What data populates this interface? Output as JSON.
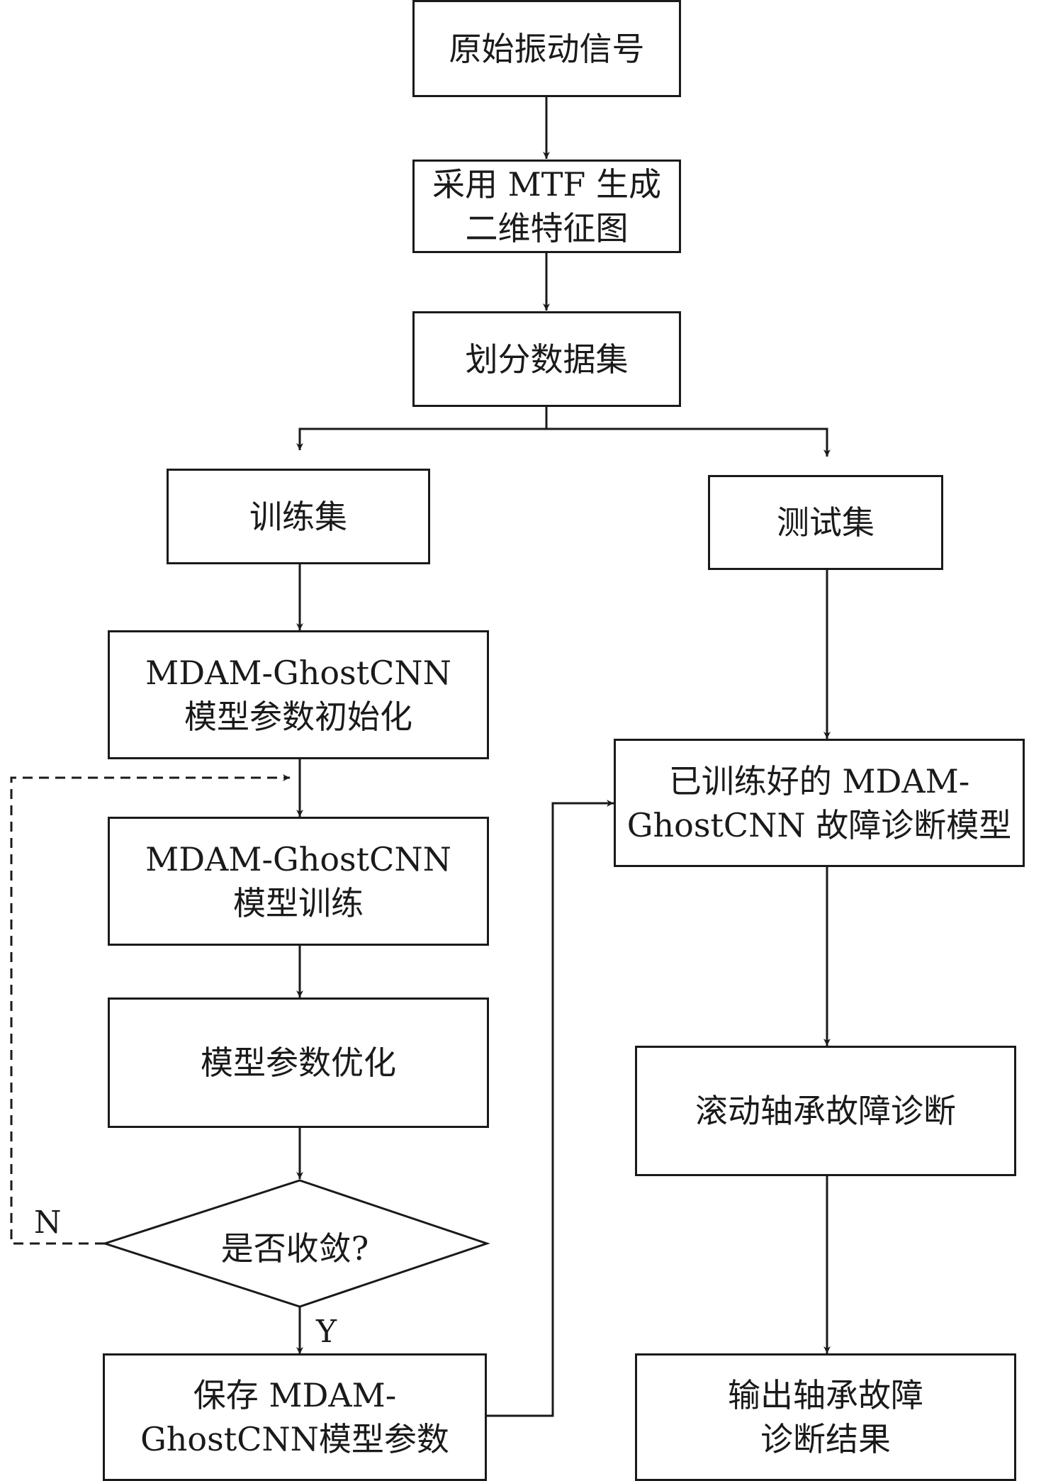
{
  "nodes": {
    "raw_signal": [
      "原始振动信号"
    ],
    "mtf": [
      "采用 MTF 生成",
      "二维特征图"
    ],
    "split": [
      "划分数据集"
    ],
    "train_set": [
      "训练集"
    ],
    "test_set": [
      "测试集"
    ],
    "init": [
      "MDAM-GhostCNN",
      "模型参数初始化"
    ],
    "train": [
      "MDAM-GhostCNN",
      "模型训练"
    ],
    "optimize": [
      "模型参数优化"
    ],
    "converge": "是否收敛?",
    "save": [
      "保存 MDAM-",
      "GhostCNN模型参数"
    ],
    "trained_model": [
      "已训练好的 MDAM-",
      "GhostCNN 故障诊断模型"
    ],
    "diagnosis": [
      "滚动轴承故障诊断"
    ],
    "output": [
      "输出轴承故障",
      "诊断结果"
    ]
  },
  "labels": {
    "no": "N",
    "yes": "Y"
  }
}
